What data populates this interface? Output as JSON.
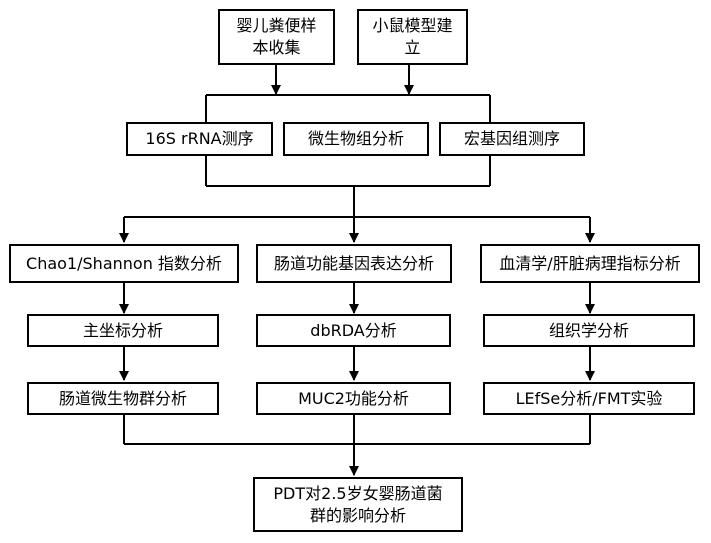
{
  "nodes": {
    "sample_collection": "婴儿粪便样本收集",
    "mouse_model": "小鼠模型建立",
    "rrna_seq": "16S rRNA测序",
    "microbiome_analysis": "微生物组分析",
    "metagenome_seq": "宏基因组测序",
    "alpha_diversity": "Chao1/Shannon 指数分析",
    "gut_gene_expr": "肠道功能基因表达分析",
    "serum_liver": "血清学/肝脏病理指标分析",
    "pcoa": "主坐标分析",
    "dbrda": "dbRDA分析",
    "histology": "组织学分析",
    "gut_microbiota": "肠道微生物群分析",
    "muc2": "MUC2功能分析",
    "lefse_fmt": "LEfSe分析/FMT实验",
    "conclusion": "PDT对2.5岁女婴肠道菌群的影响分析"
  }
}
